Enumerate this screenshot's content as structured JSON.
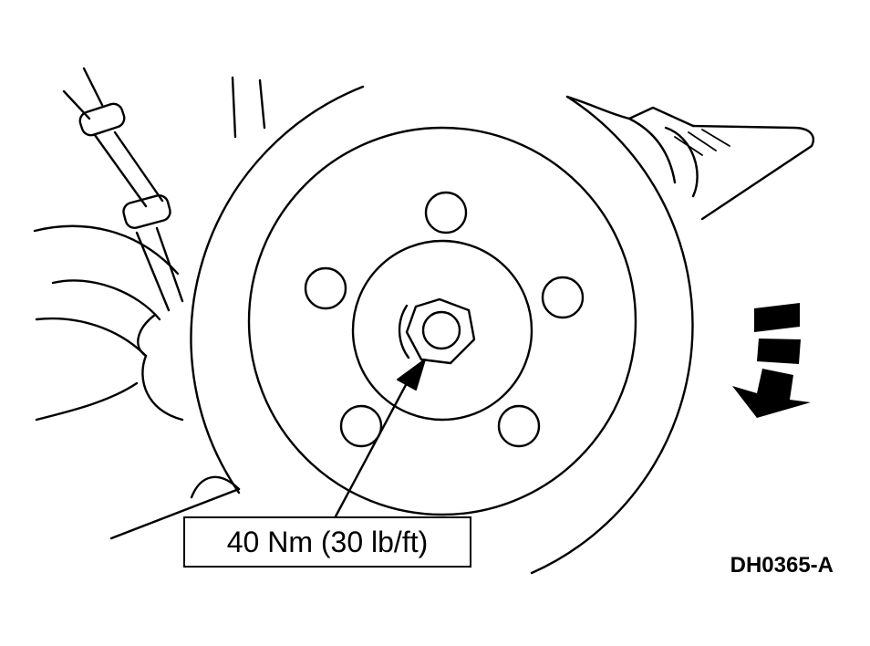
{
  "callout": {
    "label": "40 Nm (30 lb/ft)"
  },
  "figure_id": "DH0365-A",
  "colors": {
    "ink": "#000000",
    "background": "#ffffff"
  },
  "rotation_arrow": {
    "direction": "counter-clockwise"
  }
}
